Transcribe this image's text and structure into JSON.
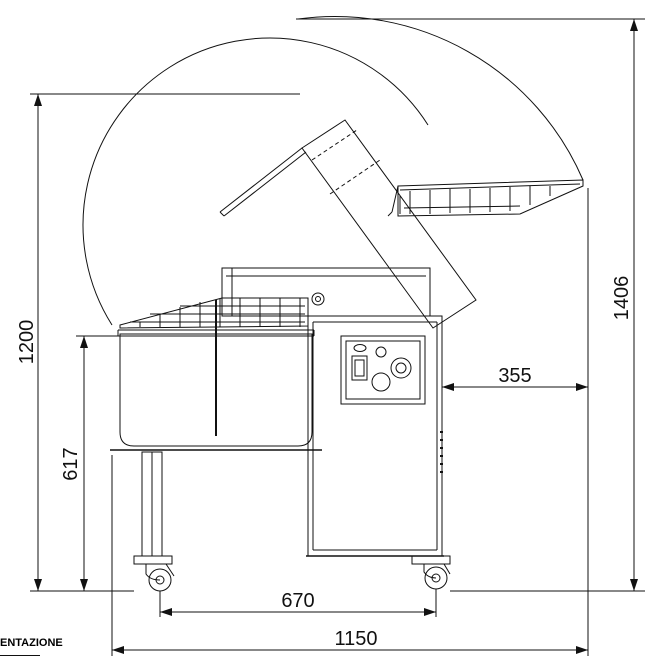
{
  "dimensions": {
    "overall_width": "1150",
    "base_width": "670",
    "rear_clearance": "355",
    "height_lid_open": "1406",
    "machine_height": "1200",
    "bowl_height": "617"
  },
  "footer": {
    "partial_label": "ENTAZIONE"
  },
  "colors": {
    "line": "#111111",
    "background": "#ffffff"
  }
}
